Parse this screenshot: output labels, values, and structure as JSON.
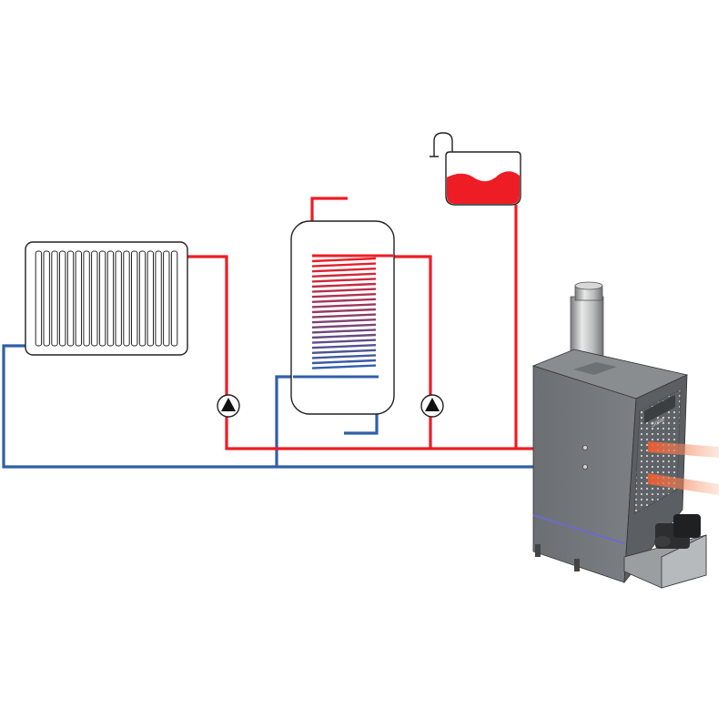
{
  "colors": {
    "hot_pipe": "#ee1c25",
    "cold_pipe": "#2f5fa8",
    "boiler_body": "#707478",
    "boiler_top": "#8a8d90",
    "boiler_side": "#5b5f63",
    "heat_glow": "#f47a4a",
    "background": "#ffffff"
  },
  "diagram": {
    "components": [
      {
        "id": "radiator",
        "icon": "radiator-icon"
      },
      {
        "id": "pump-radiator-circuit",
        "icon": "pump-icon"
      },
      {
        "id": "hot-water-cylinder",
        "icon": "coil-cylinder-icon"
      },
      {
        "id": "pump-cylinder-circuit",
        "icon": "pump-icon"
      },
      {
        "id": "expansion-vessel",
        "icon": "open-expansion-tank-icon"
      },
      {
        "id": "boiler",
        "icon": "boiler-unit-icon"
      }
    ],
    "boiler_panel_text": "Solar"
  }
}
